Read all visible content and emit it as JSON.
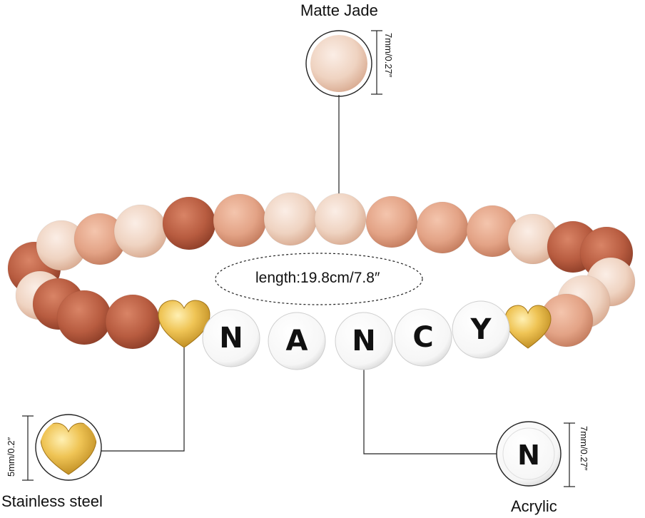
{
  "labels": {
    "top_material": "Matte Jade",
    "top_size": "7mm/0.27″",
    "length": "length:19.8cm/7.8″",
    "left_material": "Stainless steel",
    "left_size": "5mm/0.2″",
    "right_material": "Acrylic",
    "right_size": "7mm/0.27″"
  },
  "letter_beads": [
    "N",
    "A",
    "N",
    "C",
    "Y"
  ],
  "detail_letter": "N",
  "colors": {
    "jade_light": "#f1d9c9",
    "jade_peach": "#e4a78a",
    "jade_rust": "#b9573c",
    "gold": "#e2b13e",
    "acrylic": "#ffffff",
    "letter_ink": "#111111",
    "leader_line": "#222222"
  }
}
